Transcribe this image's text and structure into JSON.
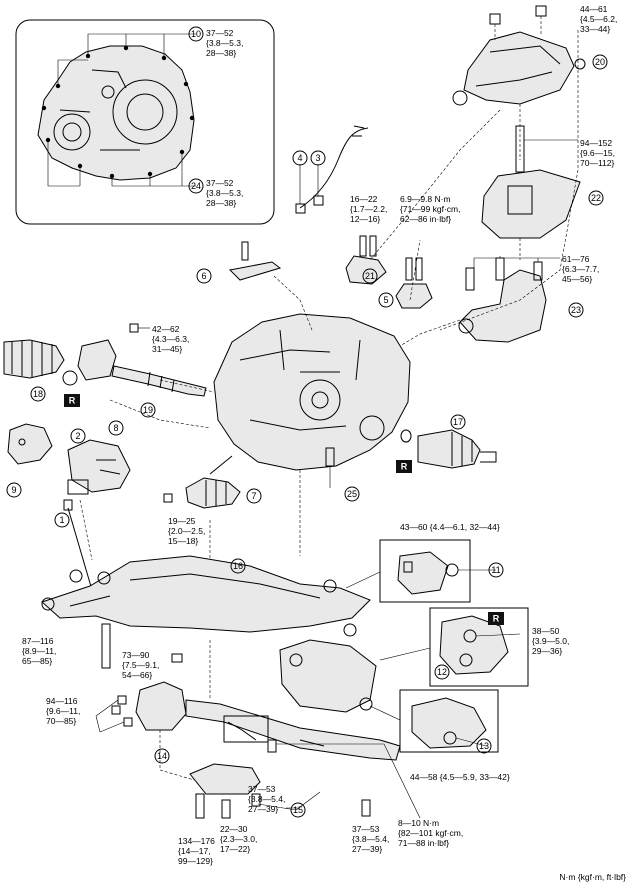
{
  "callouts": [
    "1",
    "2",
    "3",
    "4",
    "5",
    "6",
    "7",
    "8",
    "9",
    "10",
    "11",
    "12",
    "13",
    "14",
    "15",
    "16",
    "17",
    "18",
    "19",
    "20",
    "21",
    "22",
    "23",
    "24",
    "25"
  ],
  "torque_specs": {
    "t10": [
      "37—52",
      "{3.8—5.3,",
      "28—38}"
    ],
    "t24": [
      "37—52",
      "{3.8—5.3,",
      "28—38}"
    ],
    "t20": [
      "44—61",
      "{4.5—6.2,",
      "33—44}"
    ],
    "t22": [
      "94—152",
      "{9.6—15,",
      "70—112}"
    ],
    "t21": [
      "16—22",
      "{1.7—2.2,",
      "12—16}"
    ],
    "t5": [
      "6.9—9.8 N·m",
      "{71—99 kgf·cm,",
      "62—86 in·lbf}"
    ],
    "t23": [
      "61—76",
      "{6.3—7.7,",
      "45—56}"
    ],
    "t19": [
      "42—62",
      "{4.3—6.3,",
      "31—45}"
    ],
    "t7": [
      "19—25",
      "{2.0—2.5,",
      "15—18}"
    ],
    "t11": [
      "43—60 {4.4—6.1, 32—44}"
    ],
    "t12": [
      "38—50",
      "{3.9—5.0,",
      "29—36}"
    ],
    "t16a": [
      "87—116",
      "{8.9—11,",
      "65—85}"
    ],
    "t16b": [
      "73—90",
      "{7.5—9.1,",
      "54—66}"
    ],
    "t14": [
      "94—116",
      "{9.6—11,",
      "70—85}"
    ],
    "t13": [
      "44—58 {4.5—5.9, 33—42}"
    ],
    "t15a": [
      "134—176",
      "{14—17,",
      "99—129}"
    ],
    "t15b": [
      "22—30",
      "{2.3—3.0,",
      "17—22}"
    ],
    "t15c": [
      "37—53",
      "{3.8—5.4,",
      "27—39}"
    ],
    "t15d": [
      "37—53",
      "{3.8—5.4,",
      "27—39}"
    ],
    "t15e": [
      "8—10 N·m",
      "{82—101 kgf·cm,",
      "71—88 in·lbf}"
    ]
  },
  "badges": {
    "replace": "R"
  },
  "units_note": "N·m {kgf·m, ft·lbf}"
}
